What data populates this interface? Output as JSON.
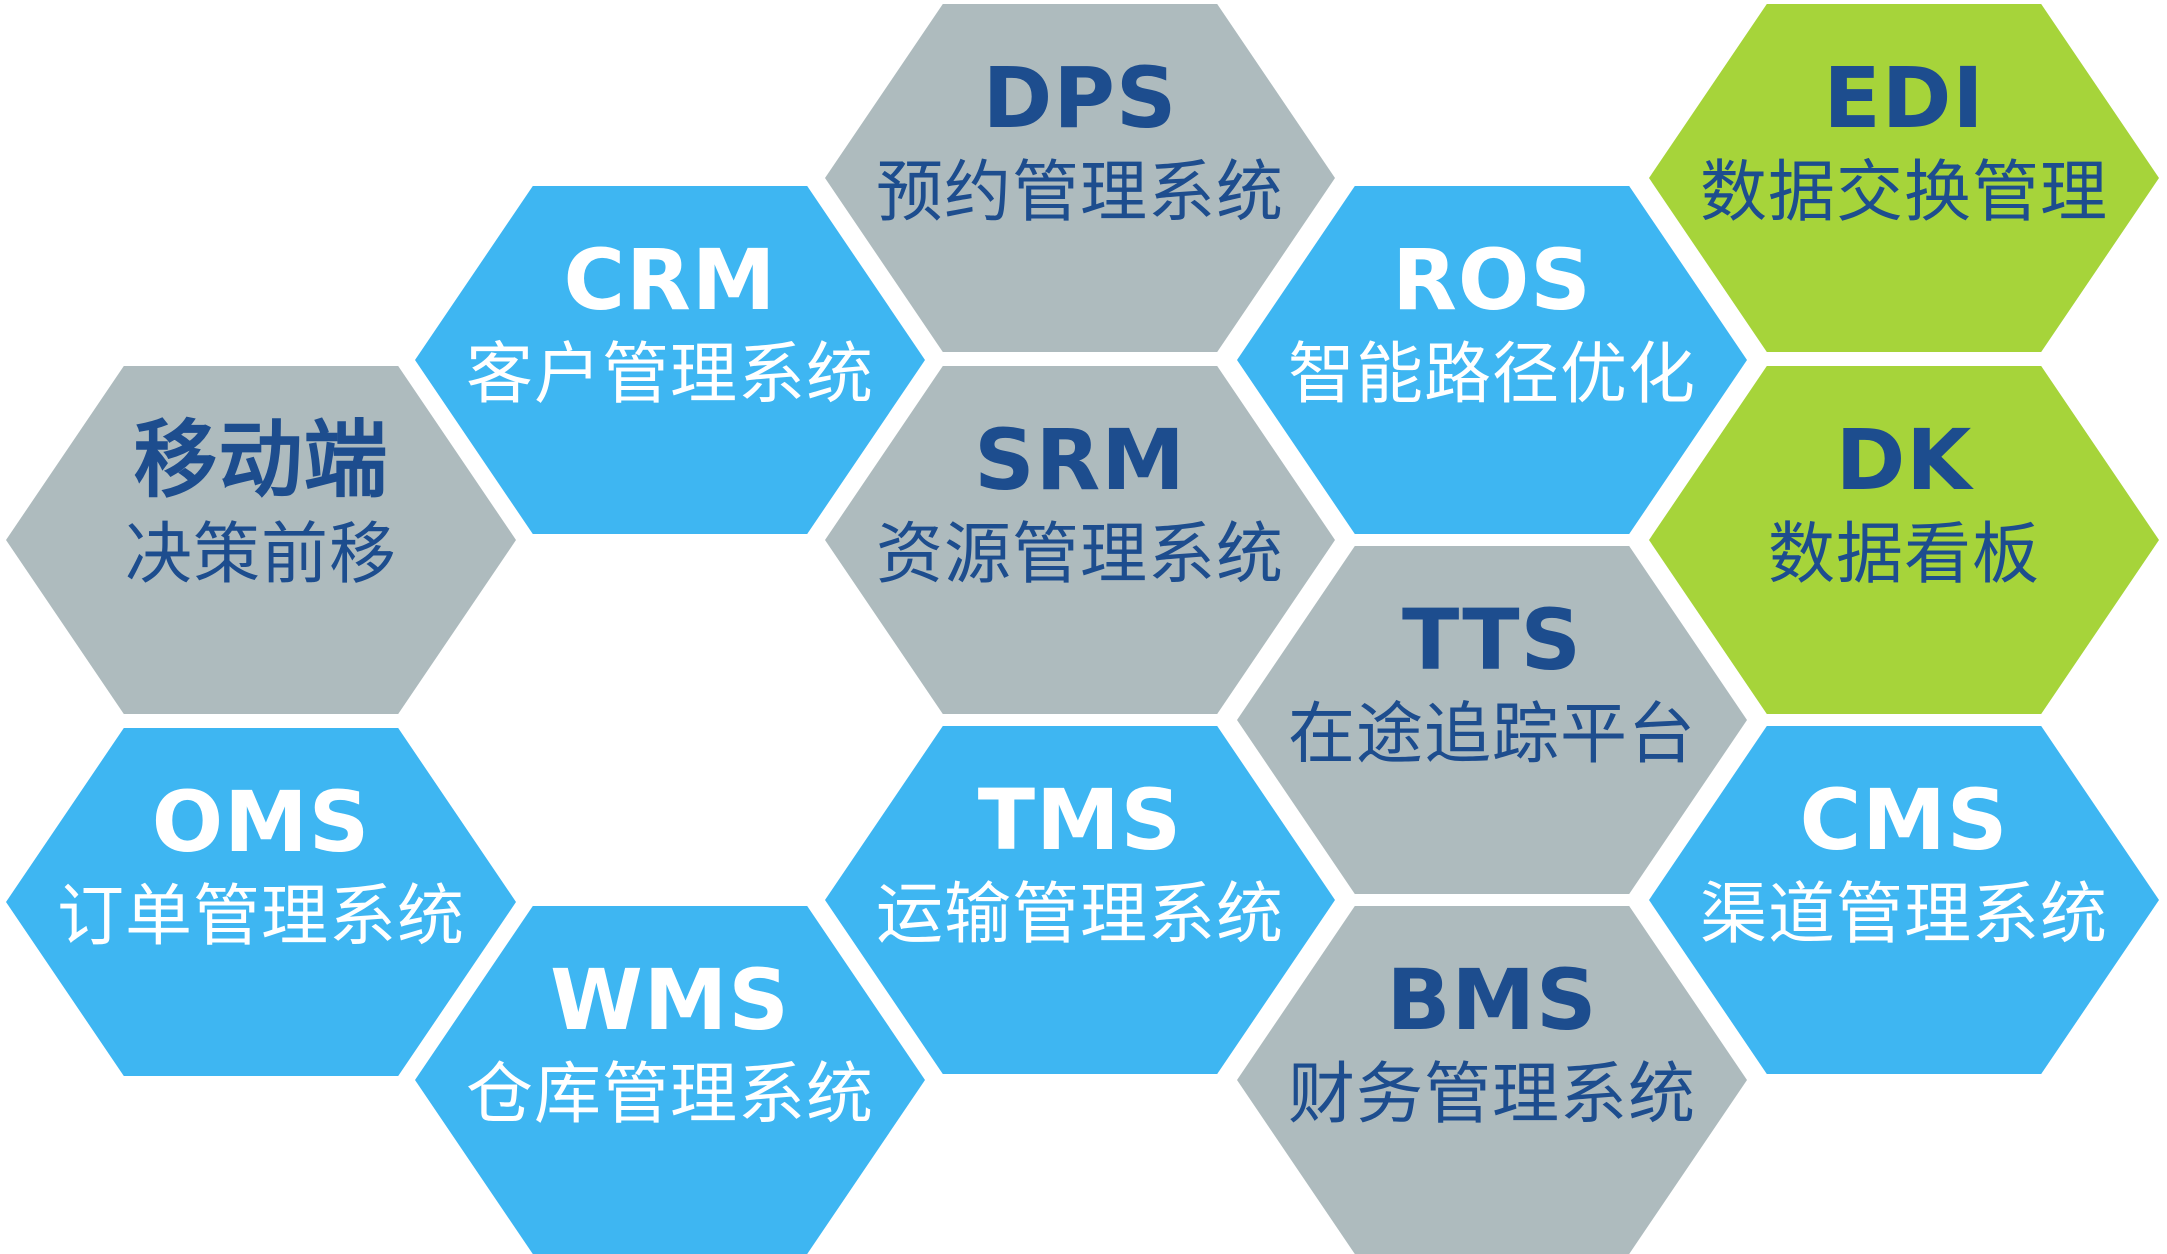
{
  "diagram": {
    "description": "honeycomb diagram of logistics software system modules",
    "colors": {
      "blue_hex": "#3EB6F2",
      "gray_hex": "#AEBBBE",
      "green_hex": "#A6D43A",
      "dark_text_hex": "#1D4D8E",
      "light_text_hex": "#FFFFFF",
      "background_hex": "#FFFFFF"
    },
    "modules": [
      {
        "acronym": "DPS",
        "name": "预约管理系统",
        "scheme": "gray"
      },
      {
        "acronym": "EDI",
        "name": "数据交换管理",
        "scheme": "green"
      },
      {
        "acronym": "CRM",
        "name": "客户管理系统",
        "scheme": "blue"
      },
      {
        "acronym": "ROS",
        "name": "智能路径优化",
        "scheme": "blue"
      },
      {
        "acronym": "移动端",
        "name": "决策前移",
        "scheme": "gray"
      },
      {
        "acronym": "SRM",
        "name": "资源管理系统",
        "scheme": "gray"
      },
      {
        "acronym": "DK",
        "name": "数据看板",
        "scheme": "green"
      },
      {
        "acronym": "TTS",
        "name": "在途追踪平台",
        "scheme": "gray"
      },
      {
        "acronym": "OMS",
        "name": "订单管理系统",
        "scheme": "blue"
      },
      {
        "acronym": "TMS",
        "name": "运输管理系统",
        "scheme": "blue"
      },
      {
        "acronym": "CMS",
        "name": "渠道管理系统",
        "scheme": "blue"
      },
      {
        "acronym": "WMS",
        "name": "仓库管理系统",
        "scheme": "blue"
      },
      {
        "acronym": "BMS",
        "name": "财务管理系统",
        "scheme": "gray"
      }
    ]
  }
}
